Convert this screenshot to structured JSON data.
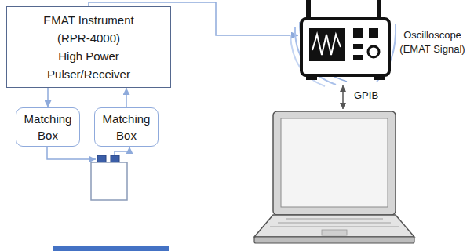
{
  "diagram": {
    "nodes": [
      {
        "text": [
          "EMAT Instrument (RPR-4000)",
          "High Power Pulser/Receiver"
        ]
      },
      {
        "text": [
          "Matching Box"
        ]
      },
      {
        "text": [
          "Matching Box"
        ]
      },
      {
        "text": [
          "Oscilloscope (EMAT Signal)"
        ]
      }
    ],
    "edges": [
      {
        "from": 0,
        "to": 3,
        "arrow": "to"
      },
      {
        "from": 0,
        "to": 1,
        "arrow": "to"
      },
      {
        "from": 2,
        "to": 0,
        "arrow": "to"
      }
    ],
    "labels": [
      "GPIB"
    ]
  }
}
